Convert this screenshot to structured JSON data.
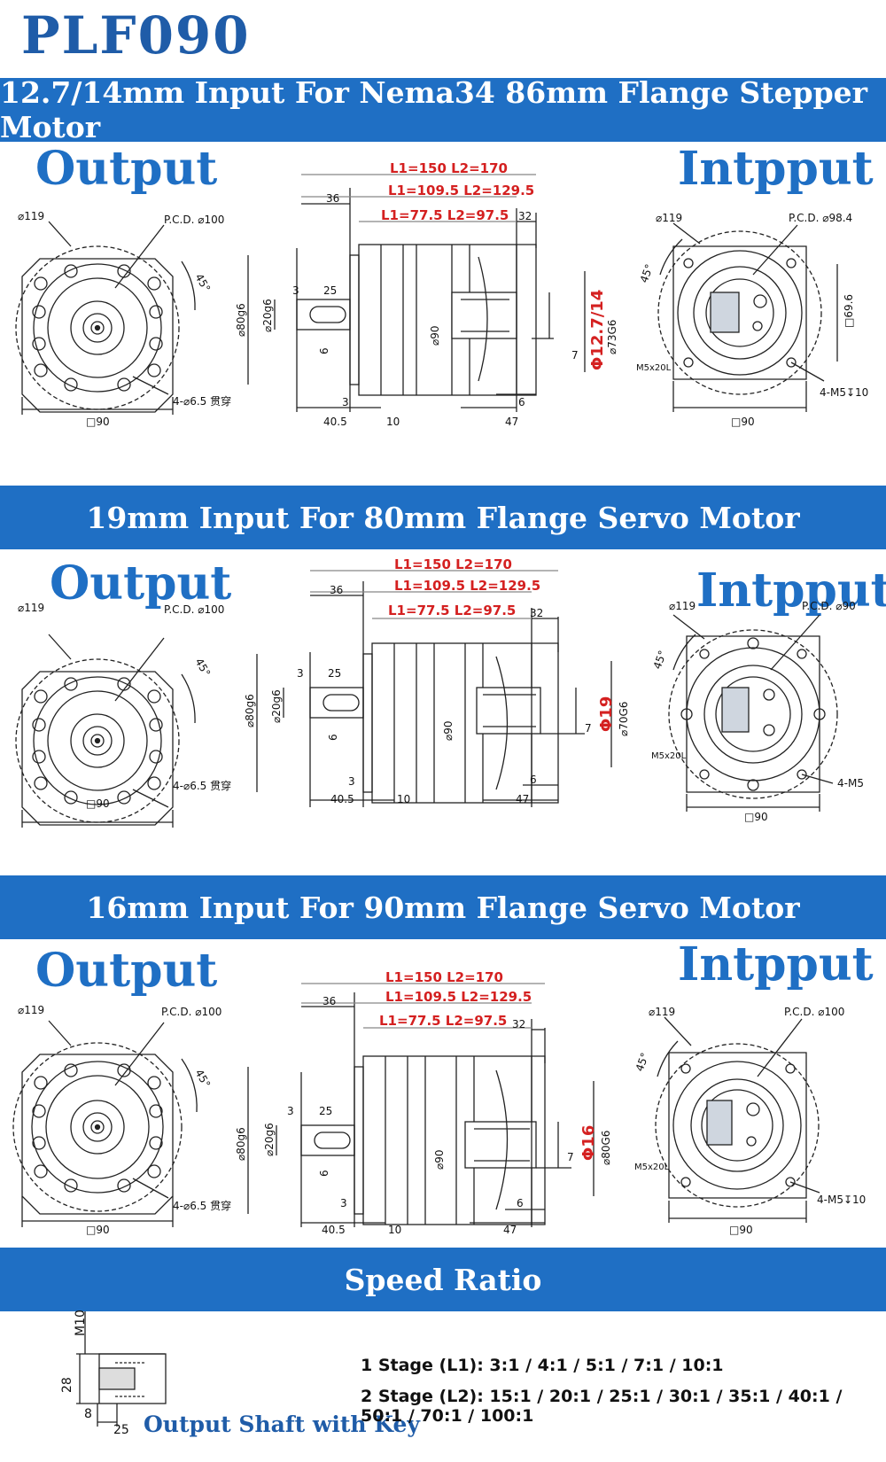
{
  "title": "PLF090",
  "labels": {
    "output": "Output",
    "input": "Intpput"
  },
  "sections": [
    {
      "band": "12.7/14mm Input For Nema34 86mm Flange Stepper Motor",
      "out": {
        "d119": "⌀119",
        "pcd": "P.C.D. ⌀100",
        "angle": "45°",
        "holes": "4-⌀6.5 贯穿",
        "sq": "□90"
      },
      "side": {
        "l_all": "L1=150 L2=170",
        "l_mid": "L1=109.5 L2=129.5",
        "l_short": "L1=77.5 L2=97.5",
        "d36": "36",
        "d32": "32",
        "d3": "3",
        "d25": "25",
        "d80": "⌀80g6",
        "d20": "⌀20g6",
        "d6": "6",
        "d90": "⌀90",
        "d3b": "3",
        "d405": "40.5",
        "d10": "10",
        "d6b": "6",
        "d47": "47",
        "d7": "7",
        "din": "Φ12.7/14",
        "dpilot": "⌀73G6"
      },
      "in": {
        "d119": "⌀119",
        "pcd": "P.C.D. ⌀98.4",
        "angle": "45°",
        "sq": "□69.6",
        "m5": "M5x20L",
        "holes": "4-M5↧10",
        "sq90": "□90"
      }
    },
    {
      "band": "19mm Input For 80mm Flange Servo Motor",
      "out": {
        "d119": "⌀119",
        "pcd": "P.C.D. ⌀100",
        "angle": "45°",
        "holes": "4-⌀6.5 贯穿",
        "sq": "□90"
      },
      "side": {
        "l_all": "L1=150 L2=170",
        "l_mid": "L1=109.5 L2=129.5",
        "l_short": "L1=77.5 L2=97.5",
        "d36": "36",
        "d32": "32",
        "d3": "3",
        "d25": "25",
        "d80": "⌀80g6",
        "d20": "⌀20g6",
        "d6": "6",
        "d90": "⌀90",
        "d3b": "3",
        "d405": "40.5",
        "d10": "10",
        "d6b": "6",
        "d47": "47",
        "d7": "7",
        "din": "Φ19",
        "dpilot": "⌀70G6"
      },
      "in": {
        "d119": "⌀119",
        "pcd": "P.C.D. ⌀90",
        "angle": "45°",
        "sq": "",
        "m5": "M5x20L",
        "holes": "4-M5",
        "sq90": "□90"
      }
    },
    {
      "band": "16mm Input For 90mm Flange Servo Motor",
      "out": {
        "d119": "⌀119",
        "pcd": "P.C.D. ⌀100",
        "angle": "45°",
        "holes": "4-⌀6.5 贯穿",
        "sq": "□90"
      },
      "side": {
        "l_all": "L1=150 L2=170",
        "l_mid": "L1=109.5 L2=129.5",
        "l_short": "L1=77.5 L2=97.5",
        "d36": "36",
        "d32": "32",
        "d3": "3",
        "d25": "25",
        "d80": "⌀80g6",
        "d20": "⌀20g6",
        "d6": "6",
        "d90": "⌀90",
        "d3b": "3",
        "d405": "40.5",
        "d10": "10",
        "d6b": "6",
        "d47": "47",
        "d7": "7",
        "din": "Φ16",
        "dpilot": "⌀80G6"
      },
      "in": {
        "d119": "⌀119",
        "pcd": "P.C.D. ⌀100",
        "angle": "45°",
        "sq": "",
        "m5": "M5x20L",
        "holes": "4-M5↧10",
        "sq90": "□90"
      }
    }
  ],
  "speed": {
    "band": "Speed Ratio",
    "stage1": "1 Stage (L1): 3:1 / 4:1 / 5:1 / 7:1 / 10:1",
    "stage2": "2 Stage (L2): 15:1 / 20:1 / 25:1 / 30:1 / 35:1 / 40:1 / 50:1 / 70:1 / 100:1",
    "shaft": {
      "m10": "M10",
      "d28": "28",
      "d8": "8",
      "d25": "25",
      "caption": "Output Shaft with Key"
    }
  },
  "colors": {
    "accent": "#1f6fc4",
    "title": "#1f5ca8",
    "dim_red": "#d42020"
  }
}
